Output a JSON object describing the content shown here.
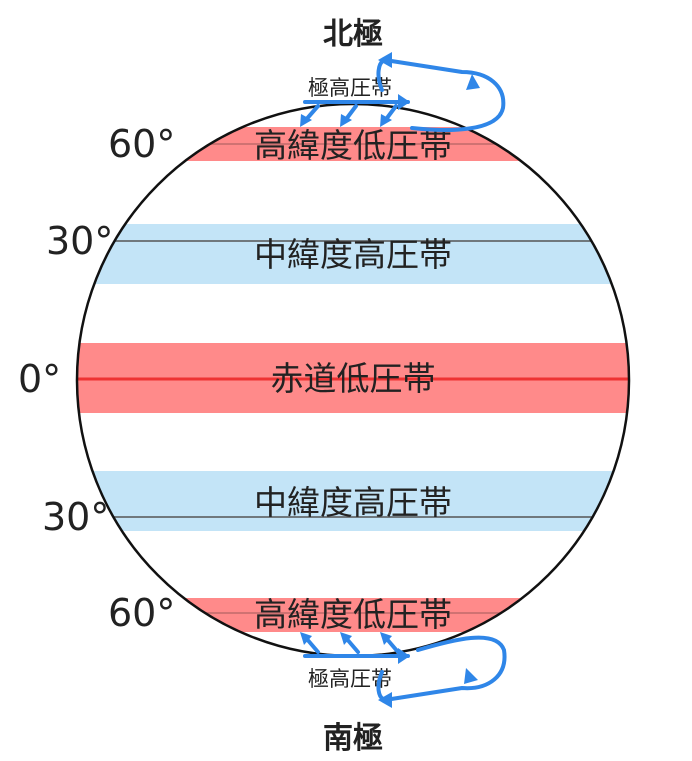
{
  "north_pole": "北極",
  "south_pole": "南極",
  "polar_high_north": "極高圧帯",
  "polar_high_south": "極高圧帯",
  "latitudes": {
    "n60": "60°",
    "n30": "30°",
    "eq": "0°",
    "s30": "30°",
    "s60": "60°"
  },
  "bands": {
    "north_subpolar_low": "高緯度低圧帯",
    "north_subtropical_high": "中緯度高圧帯",
    "equatorial_low": "赤道低圧帯",
    "south_subtropical_high": "中緯度高圧帯",
    "south_subpolar_low": "高緯度低圧帯"
  },
  "colors": {
    "low_pressure": "#ff8a8a",
    "high_pressure": "#c3e4f7",
    "arrows": "#2f86e8",
    "outline": "#111111"
  }
}
